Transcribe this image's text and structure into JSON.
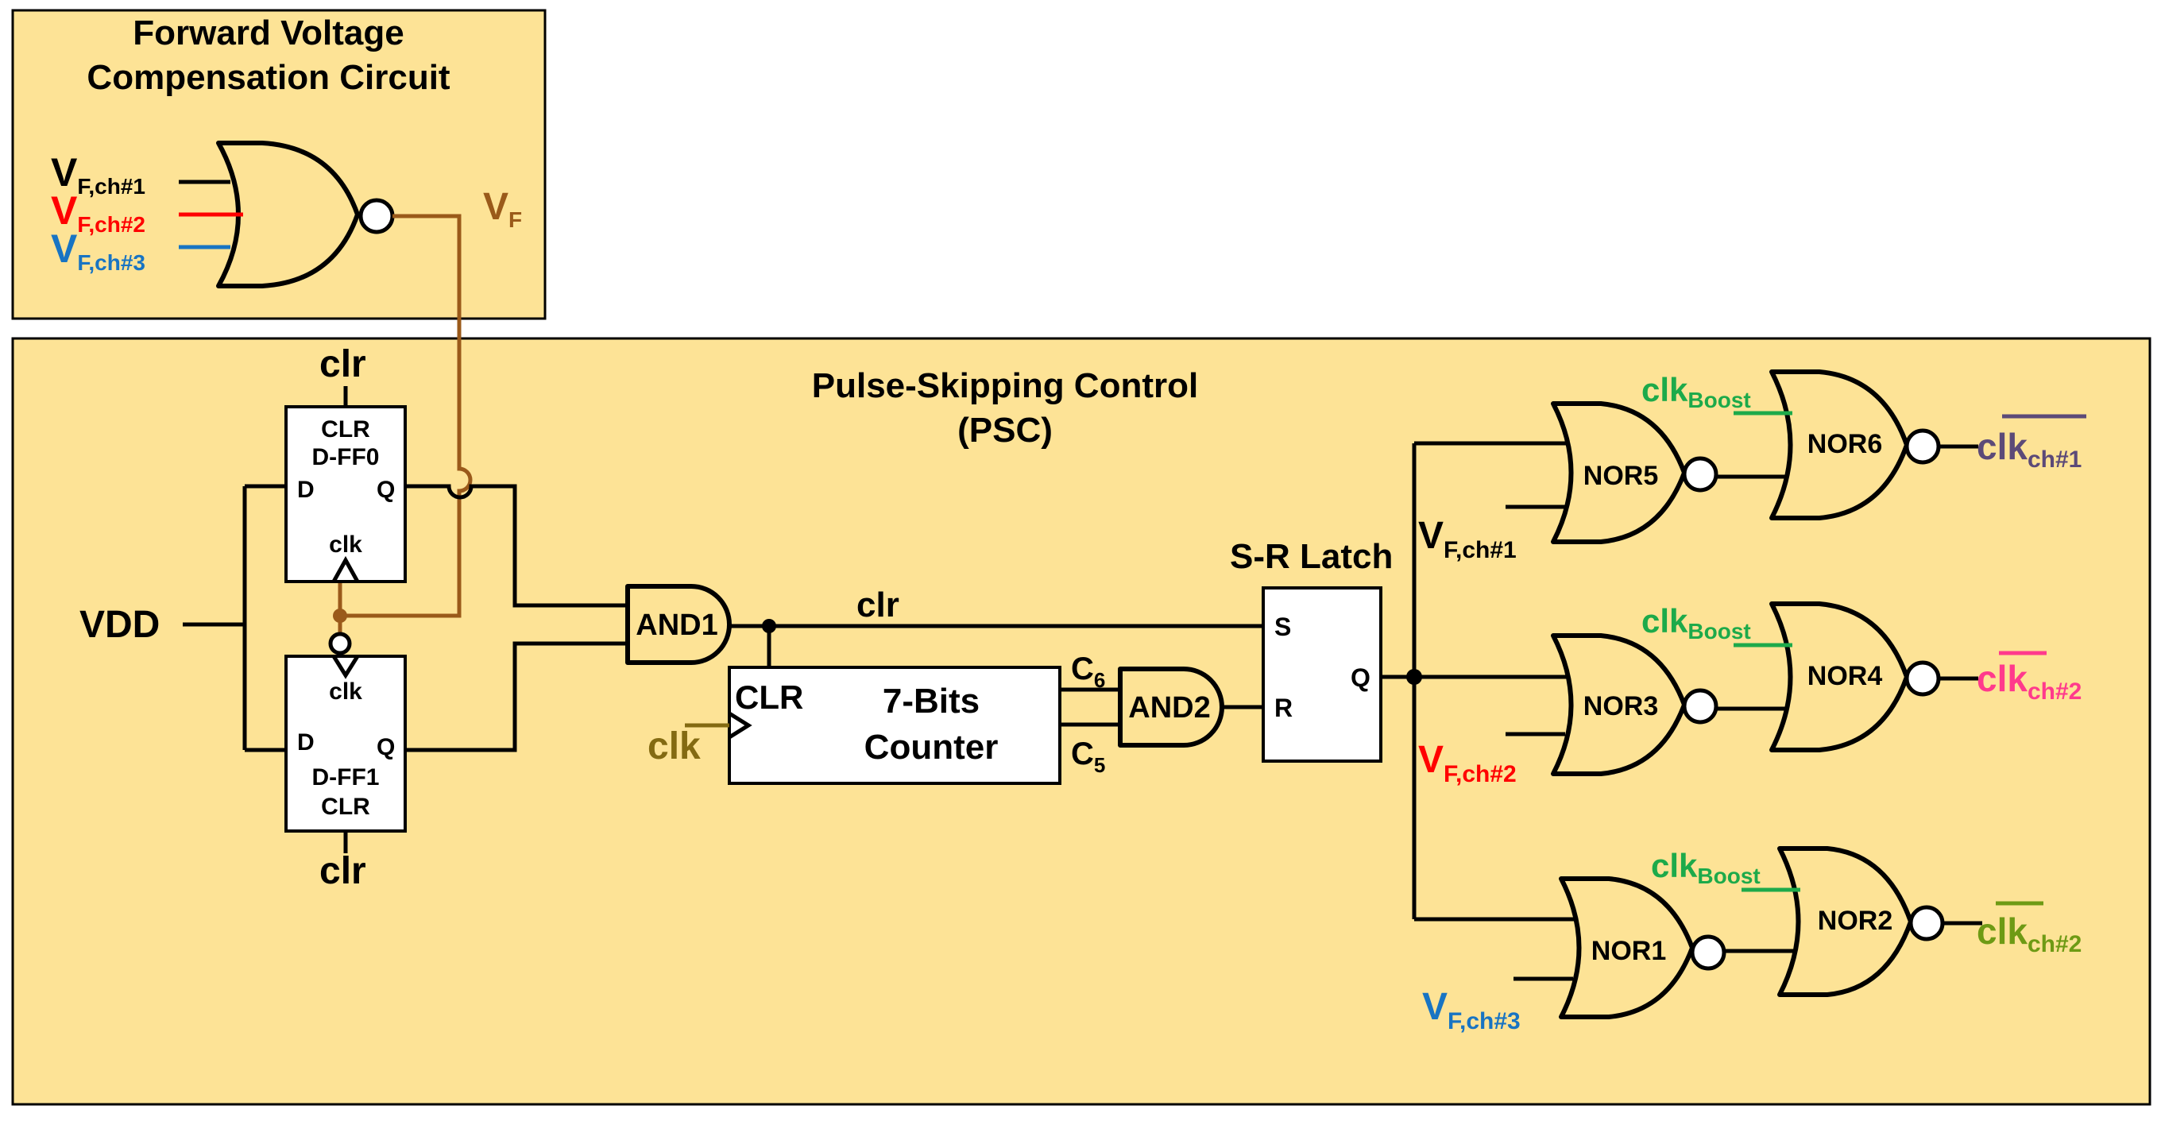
{
  "colors": {
    "panel": "#fde396",
    "wire": "#000000",
    "vf_wire": "#9a5a1a",
    "ch1_red": "#ff0000",
    "ch3_blue": "#1874c3",
    "green": "#1daa4a",
    "pink": "#ff3a8c",
    "olive_green": "#6e9a14",
    "clk_olive": "#836a12",
    "purple": "#5c4a78"
  },
  "fvc": {
    "title_line1": "Forward Voltage",
    "title_line2": "Compensation Circuit",
    "in1": {
      "main": "V",
      "sub": "F,ch#1"
    },
    "in2": {
      "main": "V",
      "sub": "F,ch#2"
    },
    "in3": {
      "main": "V",
      "sub": "F,ch#3"
    },
    "out": {
      "main": "V",
      "sub": "F"
    }
  },
  "psc": {
    "title_line1": "Pulse-Skipping Control",
    "title_line2": "(PSC)",
    "vdd": "VDD",
    "clr_top": "clr",
    "clr_bottom": "clr",
    "dff0": {
      "clr": "CLR",
      "name": "D-FF0",
      "d": "D",
      "q": "Q",
      "clk": "clk"
    },
    "dff1": {
      "clr": "CLR",
      "name": "D-FF1",
      "d": "D",
      "q": "Q",
      "clk": "clk"
    },
    "and1": "AND1",
    "and2": "AND2",
    "clr_net": "clr",
    "counter": {
      "clr": "CLR",
      "line1": "7-Bits",
      "line2": "Counter",
      "clk": "clk"
    },
    "c6": {
      "main": "C",
      "sub": "6"
    },
    "c5": {
      "main": "C",
      "sub": "5"
    },
    "latch": {
      "title": "S-R Latch",
      "s": "S",
      "r": "R",
      "q": "Q"
    }
  },
  "outputs": [
    {
      "nor_a": "NOR5",
      "nor_b": "NOR6",
      "boost": {
        "main": "clk",
        "sub": "Boost"
      },
      "vf": {
        "main": "V",
        "sub": "F,ch#1"
      },
      "out": {
        "main": "clk",
        "sub": "ch#1"
      }
    },
    {
      "nor_a": "NOR3",
      "nor_b": "NOR4",
      "boost": {
        "main": "clk",
        "sub": "Boost"
      },
      "vf": {
        "main": "V",
        "sub": "F,ch#2"
      },
      "out": {
        "main": "clk",
        "sub": "ch#2"
      }
    },
    {
      "nor_a": "NOR1",
      "nor_b": "NOR2",
      "boost": {
        "main": "clk",
        "sub": "Boost"
      },
      "vf": {
        "main": "V",
        "sub": "F,ch#3"
      },
      "out": {
        "main": "clk",
        "sub": "ch#2"
      }
    }
  ]
}
